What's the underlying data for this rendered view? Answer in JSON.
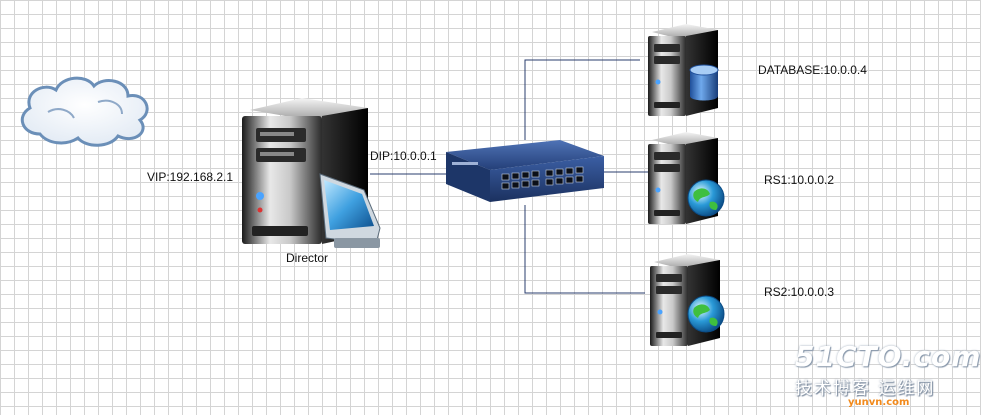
{
  "director": {
    "name": "Director",
    "vip": "VIP:192.168.2.1",
    "dip": "DIP:10.0.0.1"
  },
  "servers": [
    {
      "role": "DATABASE",
      "label": "DATABASE:10.0.0.4",
      "icon": "database-icon"
    },
    {
      "role": "RS1",
      "label": "RS1:10.0.0.2",
      "icon": "globe-icon"
    },
    {
      "role": "RS2",
      "label": "RS2:10.0.0.3",
      "icon": "globe-icon"
    }
  ],
  "watermark": {
    "brand": "51CTO.com",
    "subtitle": "技术博客 运维网",
    "url": "yunvn.com"
  },
  "colors": {
    "switch": "#2d4f8e",
    "cloud": "#6b8fb8",
    "link": "#2a3c6e"
  }
}
